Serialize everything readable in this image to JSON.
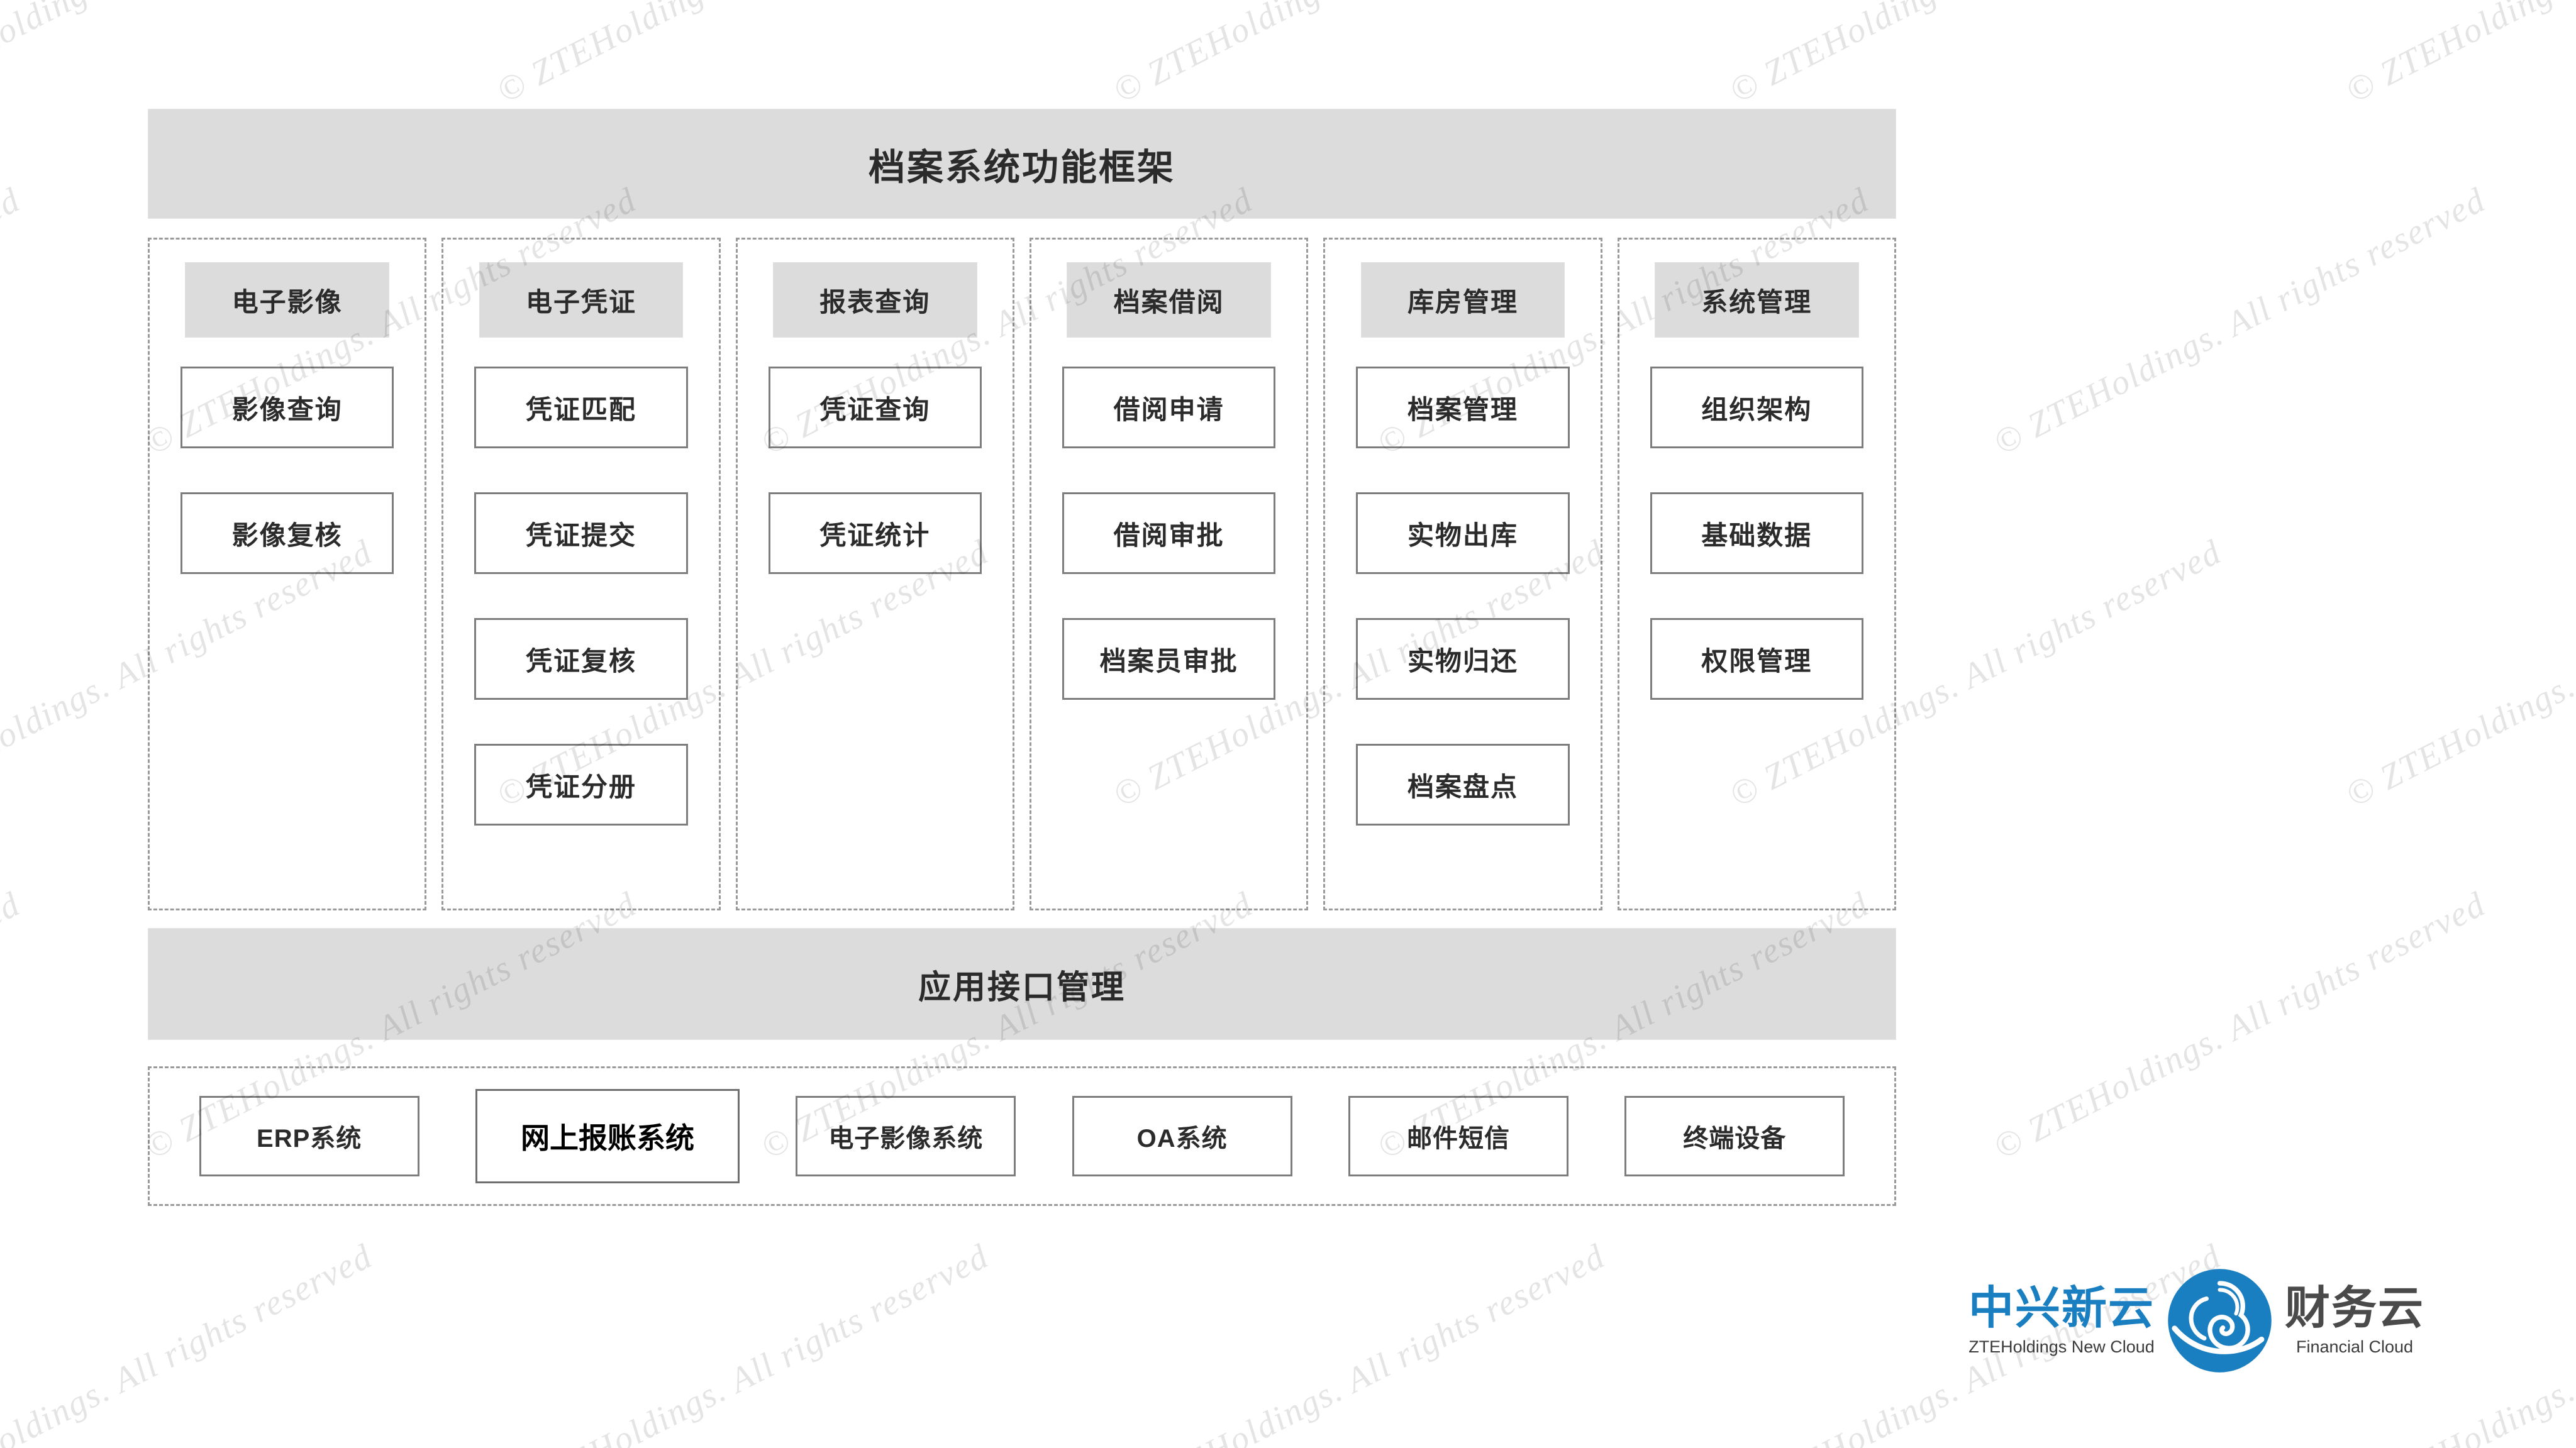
{
  "header": {
    "title": "档案系统功能框架"
  },
  "columns": [
    {
      "header": "电子影像",
      "items": [
        "影像查询",
        "影像复核"
      ]
    },
    {
      "header": "电子凭证",
      "items": [
        "凭证匹配",
        "凭证提交",
        "凭证复核",
        "凭证分册"
      ]
    },
    {
      "header": "报表查询",
      "items": [
        "凭证查询",
        "凭证统计"
      ]
    },
    {
      "header": "档案借阅",
      "items": [
        "借阅申请",
        "借阅审批",
        "档案员审批"
      ]
    },
    {
      "header": "库房管理",
      "items": [
        "档案管理",
        "实物出库",
        "实物归还",
        "档案盘点"
      ]
    },
    {
      "header": "系统管理",
      "items": [
        "组织架构",
        "基础数据",
        "权限管理"
      ]
    }
  ],
  "interface_layer": {
    "title": "应用接口管理"
  },
  "external_systems": [
    {
      "label": "ERP系统",
      "emphasis": false
    },
    {
      "label": "网上报账系统",
      "emphasis": true
    },
    {
      "label": "电子影像系统",
      "emphasis": false
    },
    {
      "label": "OA系统",
      "emphasis": false
    },
    {
      "label": "邮件短信",
      "emphasis": false
    },
    {
      "label": "终端设备",
      "emphasis": false
    }
  ],
  "brand": {
    "left_cn": "中兴新云",
    "left_en": "ZTEHoldings New Cloud",
    "right_cn": "财务云",
    "right_en": "Financial Cloud",
    "mark_name": "cloud-swirl-logo-icon"
  },
  "watermark": {
    "text": "© ZTEHoldings. All rights reserved"
  },
  "colors": {
    "band_fill": "#dcdcdc",
    "box_border": "#7d7d7d",
    "dashed_border": "#9a9a9a",
    "text": "#2b2b2b",
    "brand_blue": "#1a7fc1",
    "brand_gray": "#4a4a4a",
    "page_background": "#ffffff"
  }
}
